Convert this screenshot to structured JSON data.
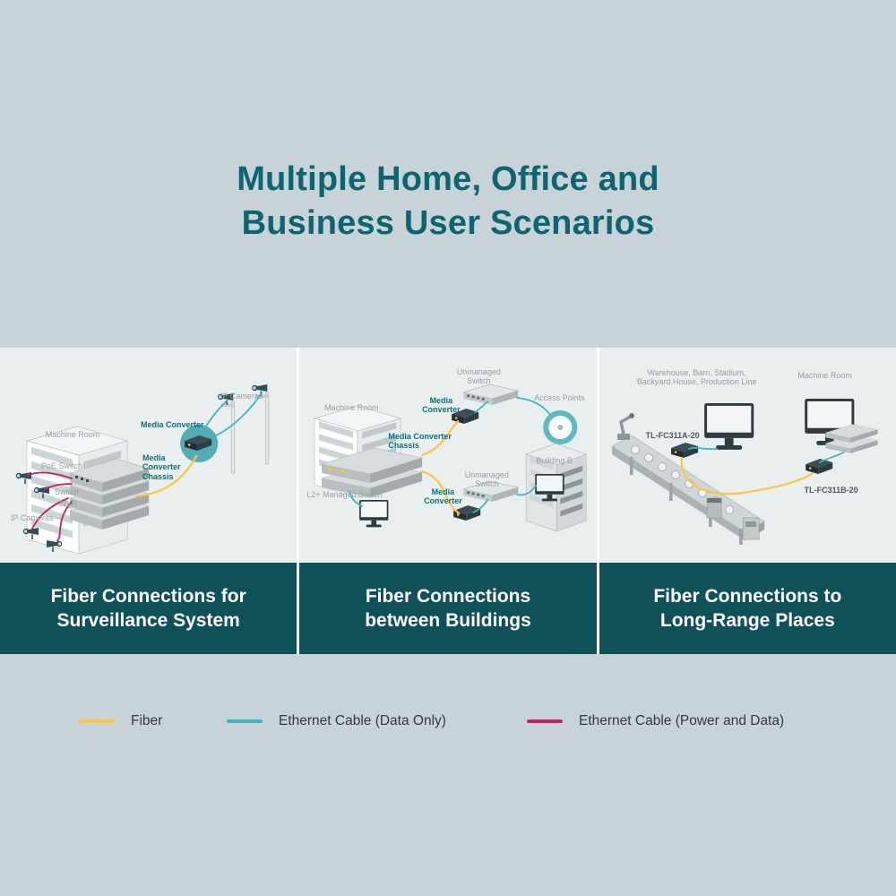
{
  "title_lines": [
    "Multiple Home, Office and",
    "Business User Scenarios"
  ],
  "panels": [
    {
      "caption_lines": [
        "Fiber Connections for",
        "Surveillance System"
      ],
      "labels": {
        "machine_room": "Machine Room",
        "poe_switch": "PoE Switch",
        "switch": "Switch",
        "nvr": "NVR",
        "ip_cameras_bottom": "IP Cameras",
        "ip_cameras_top": "IP Cameras",
        "media_converter": "Media Converter",
        "media_converter_chassis": "Media Converter Chassis"
      }
    },
    {
      "caption_lines": [
        "Fiber Connections",
        "between Buildings"
      ],
      "labels": {
        "machine_room": "Machine Room",
        "unmanaged_switch_top": "Unmanaged Switch",
        "media_converter_top": "Media Converter",
        "access_points": "Access Points",
        "media_converter_chassis": "Media Converter Chassis",
        "l2_managed_switch": "L2+ Managed Switch",
        "unmanaged_switch_bottom": "Unmanaged Switch",
        "media_converter_bottom": "Media Converter",
        "building_b": "Building B"
      }
    },
    {
      "caption_lines": [
        "Fiber Connections to",
        "Long-Range Places"
      ],
      "labels": {
        "places": "Warehouse, Barn, Stadium, Backyard House, Production Line",
        "machine_room": "Machine Room",
        "tl_fc311a": "TL-FC311A-20",
        "tl_fc311b": "TL-FC311B-20"
      }
    }
  ],
  "legend": {
    "items": [
      {
        "label": "Fiber",
        "color": "#fcc63d"
      },
      {
        "label": "Ethernet Cable (Data Only)",
        "color": "#3cb6c4"
      },
      {
        "label": "Ethernet Cable (Power and Data)",
        "color": "#c1206b"
      }
    ]
  },
  "colors": {
    "background": "#c7d3d7",
    "title_text": "#0c6570",
    "panel_background": "#e9eeee",
    "caption_background": "#0f5158",
    "caption_text": "#ffffff",
    "fiber_cable": "#fcc63d",
    "ethernet_data_cable": "#3cb6c4",
    "ethernet_power_cable": "#c1206b"
  }
}
